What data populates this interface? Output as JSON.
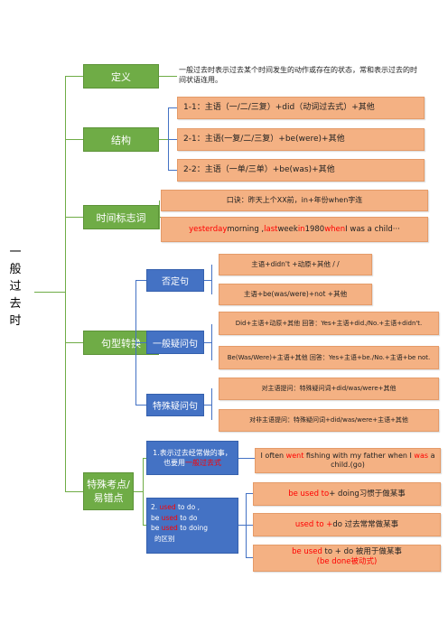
{
  "title_chars": [
    "一",
    "般",
    "过",
    "去",
    "时"
  ],
  "colors": {
    "green": "#6fac46",
    "blue": "#4472c4",
    "peach": "#f4b183",
    "red": "#ff0000"
  },
  "definition": {
    "label": "定义",
    "text": "一般过去时表示过去某个时间发生的动作或存在的状态，常和表示过去的时间状语连用。"
  },
  "structure": {
    "label": "结构",
    "items": [
      "1-1：主语（一/二/三复）+did（动词过去式）+其他",
      "2-1：主语(一复/二/三复）+be(were)+其他",
      "2-2：主语（一单/三单）+be(was)+其他"
    ]
  },
  "time_words": {
    "label": "时间标志词",
    "mnemonic": "口诀：昨天上个XX前，in+年份when字连",
    "ex1": "yesterday",
    "ex2": " morning ,",
    "ex3": "last",
    "ex4": " week ",
    "ex5": "in",
    "ex6": " 1980 ",
    "ex7": "when",
    "ex8": " I was a child···"
  },
  "sentence": {
    "label": "句型转换",
    "negative": {
      "label": "否定句",
      "items": [
        "主语+didn't +动原+其他 / /",
        "主语+be(was/were)+not +其他"
      ]
    },
    "question": {
      "label": "一般疑问句",
      "items": [
        "Did+主语+动原+其他 回答：Yes+主语+did./No.+主语+didn't.",
        "Be(Was/Were)+主语+其他 回答：Yes+主语+be./No.+主语+be not."
      ]
    },
    "special": {
      "label": "特殊疑问句",
      "items": [
        "对主语提问：特殊疑问词+did/was/were+其他",
        "对非主语提问：特殊疑问词+did/was/were+主语+其他"
      ]
    }
  },
  "traps": {
    "label": "特殊考点/易错点",
    "box1": {
      "text_a": "1.表示过去经常做的事，也要用",
      "text_red": "一般过去式"
    },
    "example1": {
      "a": "I often ",
      "red1": "went",
      "b": " fishing with my father when I ",
      "red2": "was",
      "c": " a child.(go)"
    },
    "box2": {
      "l1a": "2. ",
      "l1red": "used",
      "l1b": " to do ,",
      "l2a": "be ",
      "l2red": "used",
      "l2b": " to do",
      "l3a": "be ",
      "l3red": "used",
      "l3b": " to doing",
      "l4": "的区别"
    },
    "u1": {
      "red": "be used to",
      "rest": " + doing习惯于做某事"
    },
    "u2": {
      "red": "used to +",
      "rest": " do 过去常常做某事"
    },
    "u3": {
      "red": "be used",
      "rest": " to + do 被用于做某事",
      "line2": "(be done被动式)"
    }
  }
}
